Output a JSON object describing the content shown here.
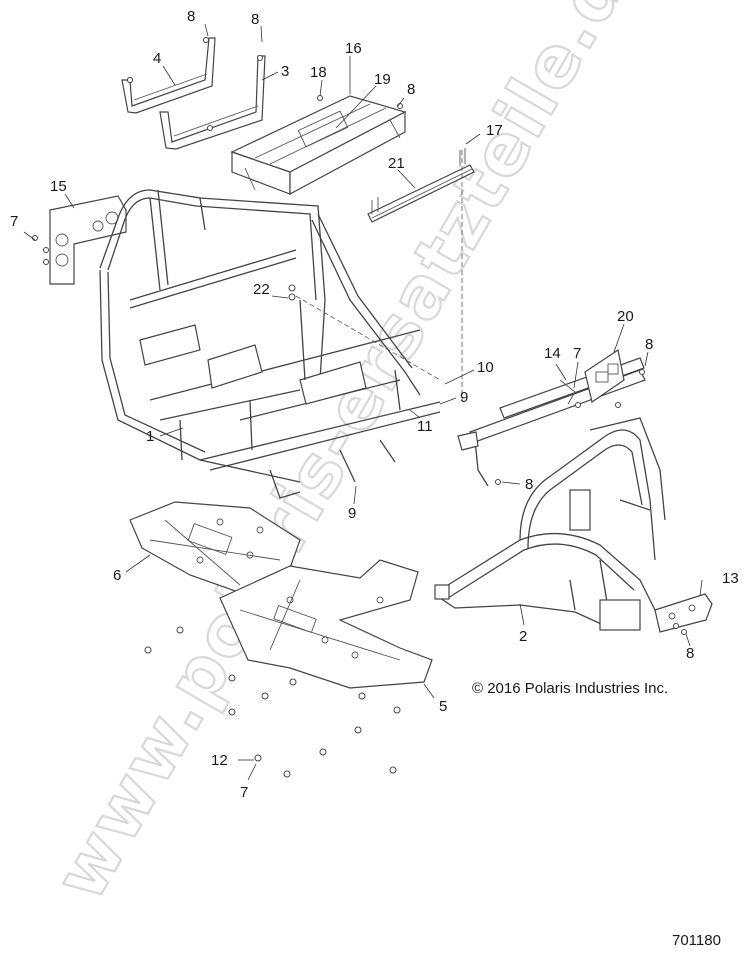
{
  "callouts": [
    {
      "id": "c8a",
      "label": "8"
    },
    {
      "id": "c8b",
      "label": "8"
    },
    {
      "id": "c4",
      "label": "4"
    },
    {
      "id": "c3",
      "label": "3"
    },
    {
      "id": "c16",
      "label": "16"
    },
    {
      "id": "c18",
      "label": "18"
    },
    {
      "id": "c19",
      "label": "19"
    },
    {
      "id": "c8c",
      "label": "8"
    },
    {
      "id": "c17",
      "label": "17"
    },
    {
      "id": "c21",
      "label": "21"
    },
    {
      "id": "c15",
      "label": "15"
    },
    {
      "id": "c7a",
      "label": "7"
    },
    {
      "id": "c22",
      "label": "22"
    },
    {
      "id": "c20",
      "label": "20"
    },
    {
      "id": "c8d",
      "label": "8"
    },
    {
      "id": "c14",
      "label": "14"
    },
    {
      "id": "c7b",
      "label": "7"
    },
    {
      "id": "c10",
      "label": "10"
    },
    {
      "id": "c9a",
      "label": "9"
    },
    {
      "id": "c1",
      "label": "1"
    },
    {
      "id": "c11",
      "label": "11"
    },
    {
      "id": "c8e",
      "label": "8"
    },
    {
      "id": "c9b",
      "label": "9"
    },
    {
      "id": "c6",
      "label": "6"
    },
    {
      "id": "c13",
      "label": "13"
    },
    {
      "id": "c2",
      "label": "2"
    },
    {
      "id": "c8f",
      "label": "8"
    },
    {
      "id": "c5",
      "label": "5"
    },
    {
      "id": "c12",
      "label": "12"
    },
    {
      "id": "c7c",
      "label": "7"
    }
  ],
  "copyright": "© 2016 Polaris Industries Inc.",
  "document_number": "701180",
  "watermark": "www.polaris-ersatzteile.de",
  "colors": {
    "line": "#444444",
    "text": "#1a1a1a",
    "watermark_outline": "#d8d8d8",
    "background": "#ffffff"
  }
}
